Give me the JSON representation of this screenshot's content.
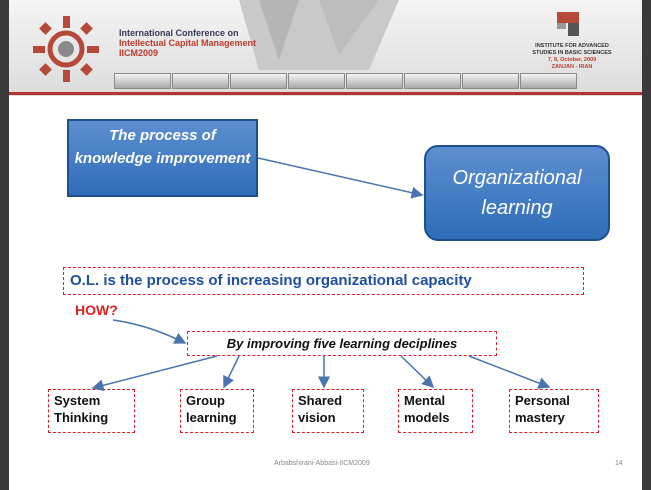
{
  "header": {
    "conference_line1": "International Conference on",
    "conference_line2": "Intellectual Capital Management",
    "conference_line3": "IICM2009",
    "institute_line1": "INSTITUTE FOR ADVANCED",
    "institute_line2": "STUDIES IN BASIC SCIENCES",
    "institute_line3": "7, 8, October, 2009",
    "institute_line4": "ZANJAN - IRAN"
  },
  "diagram": {
    "process_box": "The process of knowledge improvement",
    "ol_box": "Organizational learning",
    "statement": "O.L. is the process of increasing organizational capacity",
    "how": "HOW?",
    "improving": "By improving five learning deciplines",
    "disciplines": [
      {
        "line1": "System",
        "line2": "Thinking"
      },
      {
        "line1": "Group",
        "line2": "learning"
      },
      {
        "line1": "Shared",
        "line2": "vision"
      },
      {
        "line1": "Mental",
        "line2": "models"
      },
      {
        "line1": "Personal",
        "line2": "mastery"
      }
    ]
  },
  "footer": {
    "credit": "Arbabshirani-Abbasi-IICM2009",
    "page": "14"
  },
  "colors": {
    "box_blue": "#2f6cb8",
    "statement_blue": "#1f4f9f",
    "accent_red": "#e02020",
    "arrow_blue": "#4a74b0"
  }
}
